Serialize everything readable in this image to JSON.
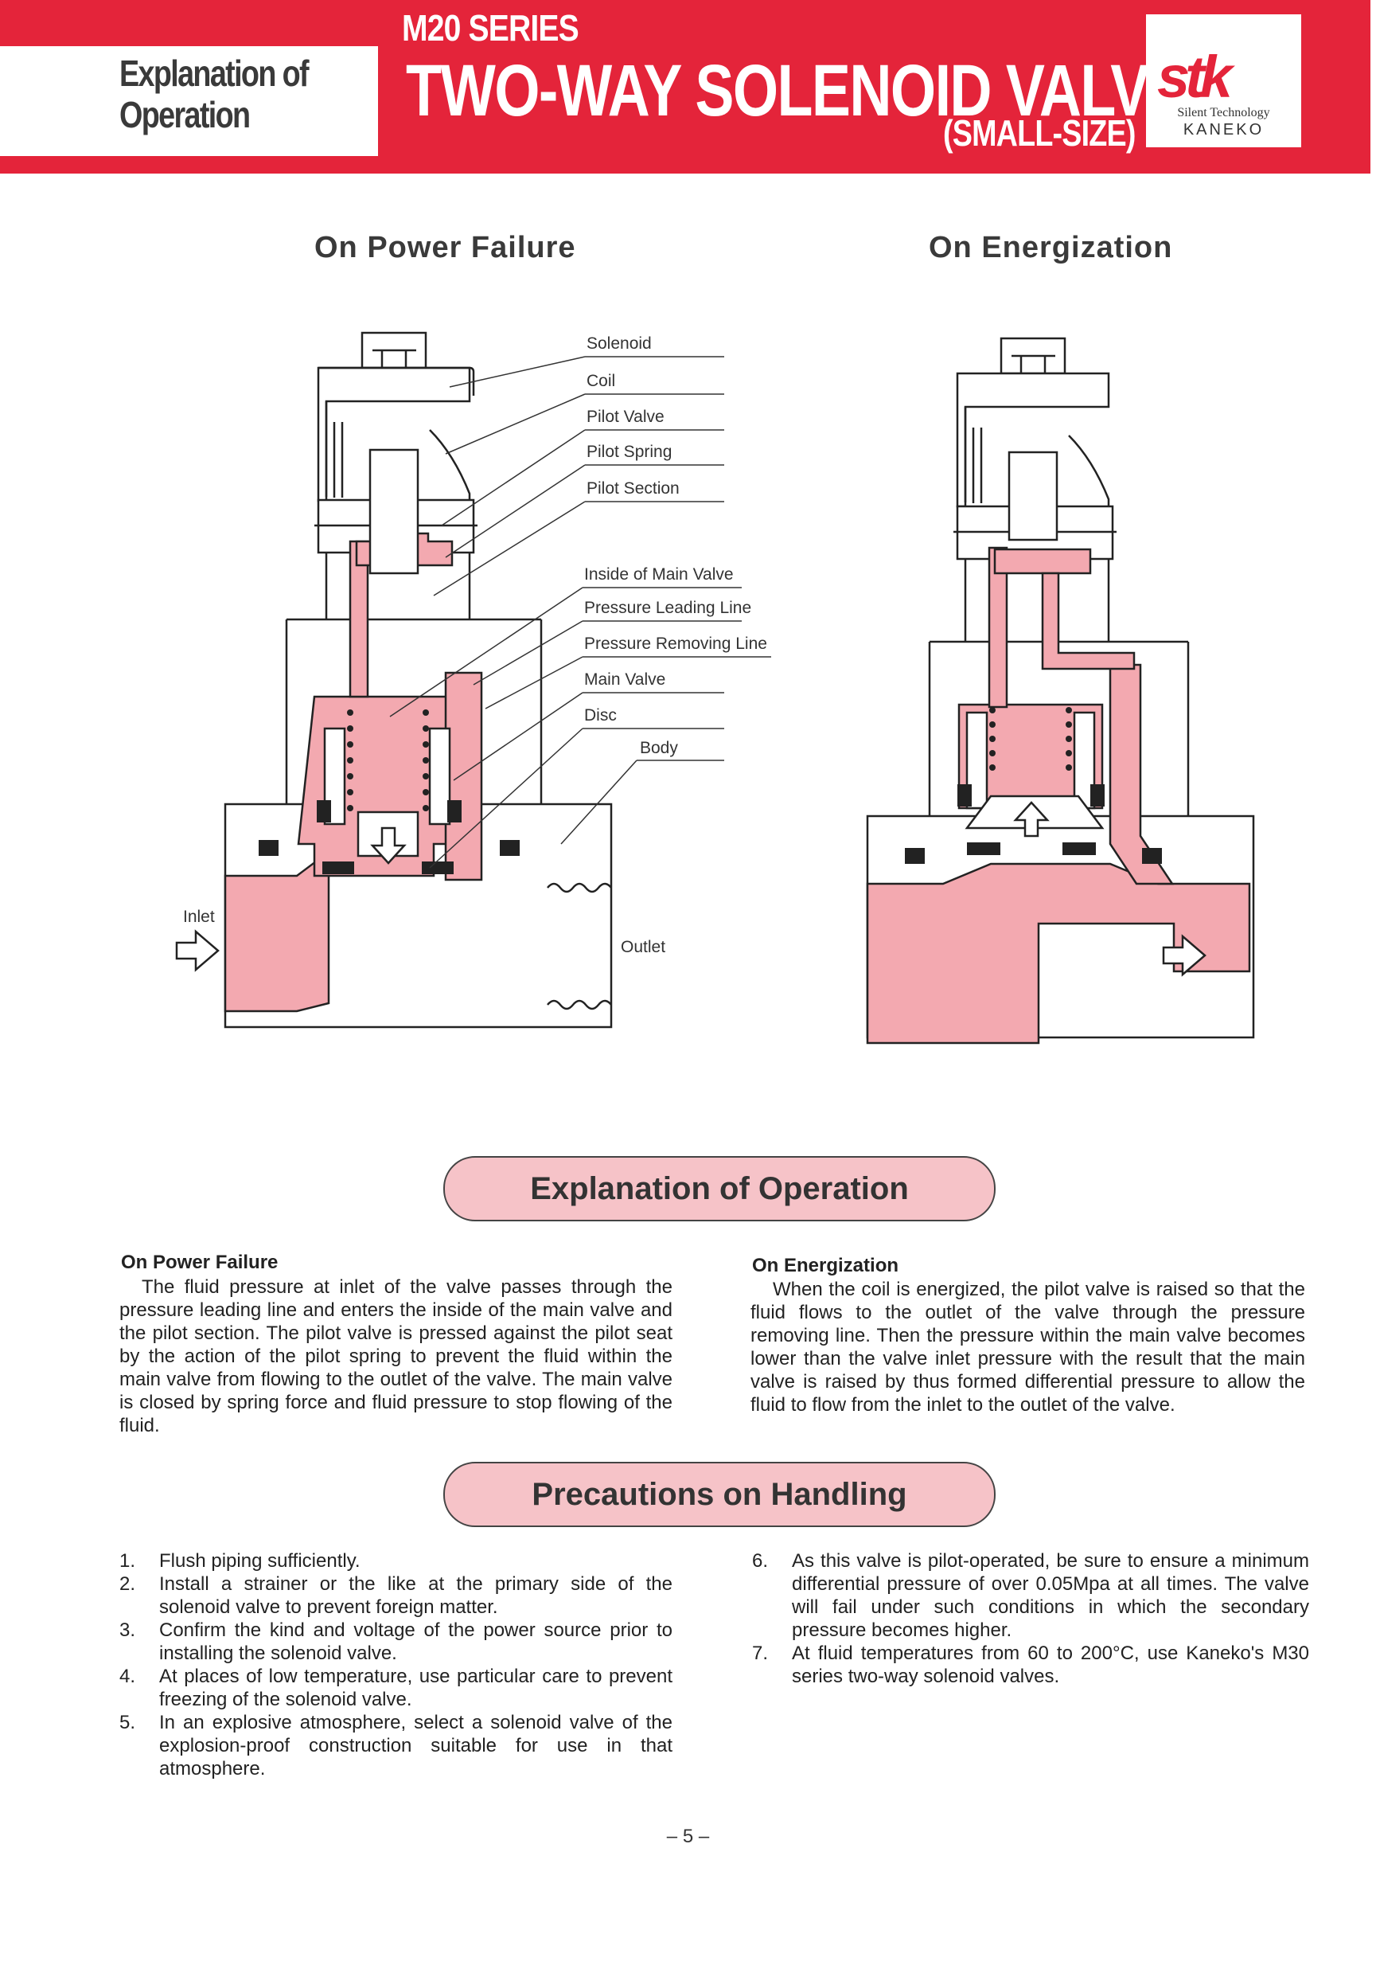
{
  "header": {
    "left_title_line1": "Explanation of",
    "left_title_line2": "Operation",
    "series": "M20 SERIES",
    "title": "TWO-WAY SOLENOID VALVES",
    "subtitle": "(SMALL-SIZE)",
    "logo_text": "stk",
    "logo_line1": "Silent Technology",
    "logo_line2": "KANEKO"
  },
  "diagrams": {
    "left_heading": "On Power Failure",
    "right_heading": "On Energization",
    "callouts": [
      "Solenoid",
      "Coil",
      "Pilot Valve",
      "Pilot Spring",
      "Pilot Section",
      "Inside of Main Valve",
      "Pressure Leading Line",
      "Pressure Removing Line",
      "Main Valve",
      "Disc",
      "Body"
    ],
    "inlet_label": "Inlet",
    "outlet_label": "Outlet"
  },
  "explanation": {
    "heading": "Explanation of Operation",
    "power_failure_title": "On Power Failure",
    "power_failure_text": "The fluid pressure at inlet of the valve passes through the pressure leading line and enters the inside of the main valve and the pilot section. The pilot valve is pressed against the pilot seat by the action of the pilot spring to prevent the fluid within the main valve from flowing to the outlet of the valve. The main valve is closed by spring force and fluid pressure to stop flowing of the fluid.",
    "energization_title": "On Energization",
    "energization_text": "When the coil is energized, the pilot valve is raised so that the fluid flows to the outlet of the valve through the pressure removing line. Then the pressure within the main valve becomes lower than the valve inlet pressure with the result that the main valve is raised by thus formed differential pressure to allow the fluid to flow from the inlet to the outlet of the valve."
  },
  "precautions": {
    "heading": "Precautions on Handling",
    "items_left": [
      {
        "num": "1.",
        "text": "Flush piping sufficiently."
      },
      {
        "num": "2.",
        "text": "Install a strainer or the like at the primary side of the solenoid valve to prevent foreign matter."
      },
      {
        "num": "3.",
        "text": "Confirm the kind and voltage of the power source prior to installing the solenoid valve."
      },
      {
        "num": "4.",
        "text": "At places of low temperature, use particular care to prevent freezing of the solenoid valve."
      },
      {
        "num": "5.",
        "text": "In an explosive atmosphere, select a solenoid valve of the explosion-proof construction suitable for use in that atmosphere."
      }
    ],
    "items_right": [
      {
        "num": "6.",
        "text": "As this valve is pilot-operated, be sure to ensure a minimum differential pressure of over 0.05Mpa at all times. The valve will fail under such conditions in which the secondary pressure becomes higher."
      },
      {
        "num": "7.",
        "text": "At fluid temperatures from 60 to 200°C, use Kaneko's M30 series two-way solenoid valves."
      }
    ]
  },
  "page_number": "– 5 –",
  "colors": {
    "brand_red": "#e4243a",
    "fluid_pink": "#f3a9b0",
    "pill_pink": "#f6c3c8"
  }
}
